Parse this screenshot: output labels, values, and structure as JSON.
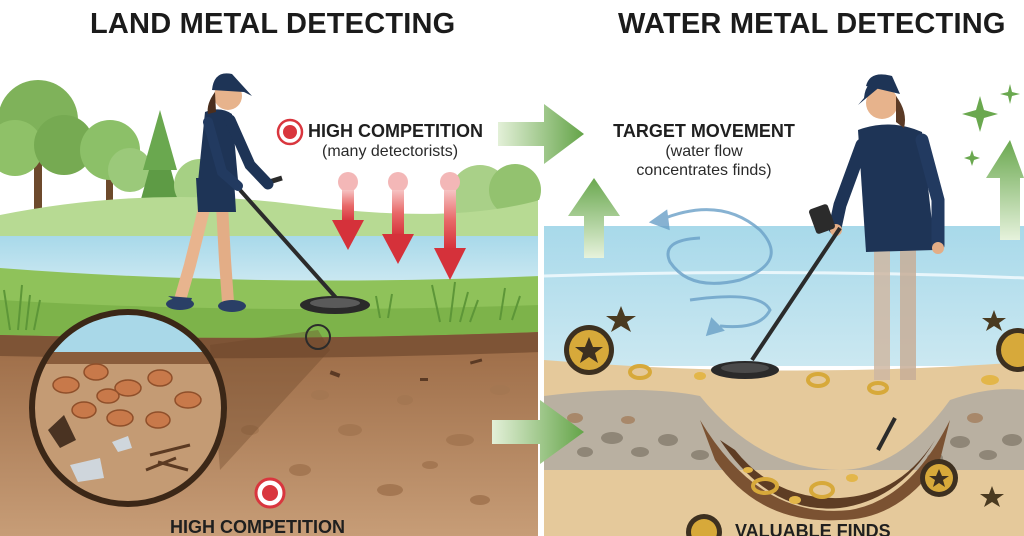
{
  "titles": {
    "land": "LAND METAL DETECTING",
    "water": "WATER METAL DETECTING"
  },
  "land": {
    "competition": {
      "heading": "HIGH COMPETITION",
      "detail": "(many detectorists)"
    },
    "bottom_label": "HIGH COMPETITION"
  },
  "water": {
    "target_movement": {
      "heading": "TARGET MOVEMENT",
      "detail_line1": "(water flow",
      "detail_line2": "concentrates finds)"
    },
    "bottom_label": "VALUABLE FINDS"
  },
  "colors": {
    "sky": "#ffffff",
    "water": "#9fd3e6",
    "grass": "#8fc25a",
    "soil": "#b88a62",
    "red_arrow": "#d9363e",
    "green_arrow": "#6aa84f",
    "gold": "#d7a93a",
    "outfit": "#1e3456"
  },
  "icons": [
    "target-icon",
    "star-icon",
    "sparkle-icon",
    "coin-icon",
    "ring-icon",
    "metal-detector-icon",
    "magnifier-lens-icon"
  ]
}
